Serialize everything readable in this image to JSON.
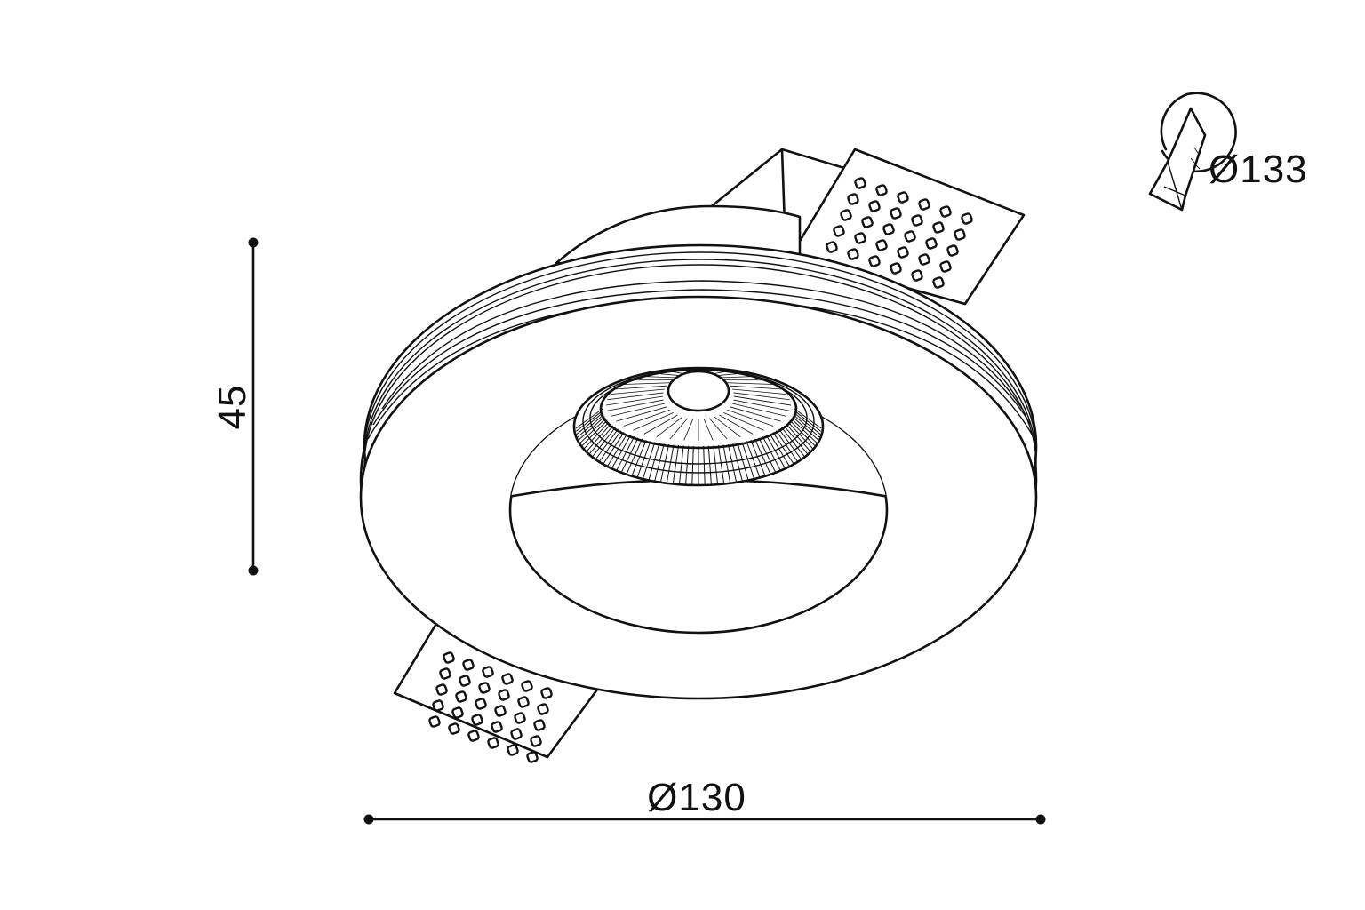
{
  "dimensions": {
    "height": "45",
    "diameter": "Ø130",
    "cutout": "Ø133"
  },
  "colors": {
    "line": "#111111",
    "background": "#ffffff"
  },
  "icons": {
    "cutout": "circular-cutout-saw-icon"
  }
}
